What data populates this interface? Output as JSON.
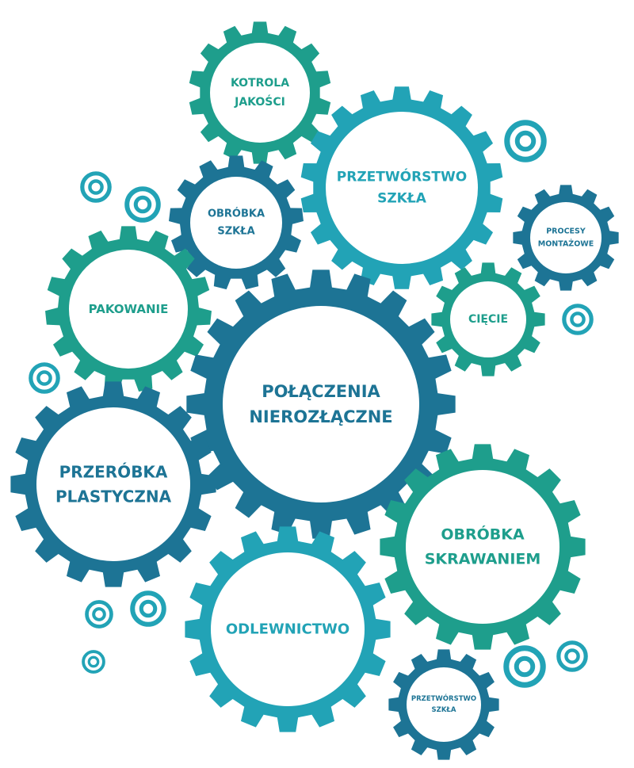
{
  "colors": {
    "teal": "#1e9e8c",
    "blue": "#1d7495",
    "cyan": "#22a3b6",
    "white": "#ffffff"
  },
  "gears": [
    {
      "id": "kotrola-jakosci",
      "lines": [
        "KOTROLA",
        "JAKOŚCI"
      ],
      "color": "#1e9e8c"
    },
    {
      "id": "przetworstwo-szkla-large",
      "lines": [
        "PRZETWÓRSTWO",
        "SZKŁA"
      ],
      "color": "#22a3b6"
    },
    {
      "id": "obrobka-szkla",
      "lines": [
        "OBRÓBKA",
        "SZKŁA"
      ],
      "color": "#1d7495"
    },
    {
      "id": "procesy-montazowe",
      "lines": [
        "PROCESY",
        "MONTAŻOWE"
      ],
      "color": "#1d7495"
    },
    {
      "id": "pakowanie",
      "lines": [
        "PAKOWANIE"
      ],
      "color": "#1e9e8c"
    },
    {
      "id": "ciecie",
      "lines": [
        "CIĘCIE"
      ],
      "color": "#1e9e8c"
    },
    {
      "id": "polaczenia-nierozlaczne",
      "lines": [
        "POŁĄCZENIA",
        "NIEROZŁĄCZNE"
      ],
      "color": "#1d7495"
    },
    {
      "id": "przerobka-plastyczna",
      "lines": [
        "PRZERÓBKA",
        "PLASTYCZNA"
      ],
      "color": "#1d7495"
    },
    {
      "id": "obrobka-skrawaniem",
      "lines": [
        "OBRÓBKA",
        "SKRAWANIEM"
      ],
      "color": "#1e9e8c"
    },
    {
      "id": "odlewnictwo",
      "lines": [
        "ODLEWNICTWO"
      ],
      "color": "#22a3b6"
    },
    {
      "id": "przetworstwo-szkla-small",
      "lines": [
        "PRZETWÓRSTWO",
        "SZKŁA"
      ],
      "color": "#1d7495"
    }
  ],
  "rings": [
    {
      "id": "ring-1",
      "color": "#22a3b6"
    },
    {
      "id": "ring-2",
      "color": "#22a3b6"
    },
    {
      "id": "ring-3",
      "color": "#22a3b6"
    },
    {
      "id": "ring-4",
      "color": "#22a3b6"
    },
    {
      "id": "ring-5",
      "color": "#22a3b6"
    },
    {
      "id": "ring-6",
      "color": "#22a3b6"
    },
    {
      "id": "ring-7",
      "color": "#22a3b6"
    },
    {
      "id": "ring-8",
      "color": "#22a3b6"
    },
    {
      "id": "ring-9",
      "color": "#22a3b6"
    },
    {
      "id": "ring-10",
      "color": "#22a3b6"
    }
  ]
}
